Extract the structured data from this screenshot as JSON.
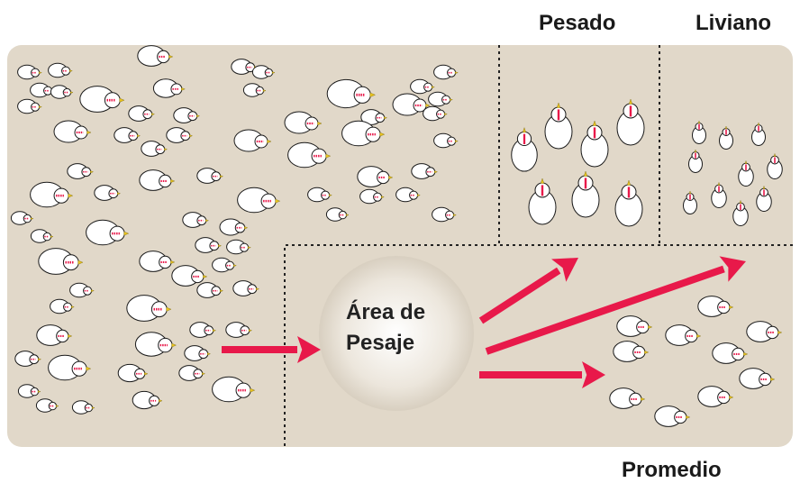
{
  "labels": {
    "pesado": "Pesado",
    "liviano": "Liviano",
    "promedio": "Promedio",
    "area_line1": "Área de",
    "area_line2": "Pesaje"
  },
  "colors": {
    "floor": "#e1d8c9",
    "arrow": "#e8194a",
    "chicken_outline": "#1a1a1a",
    "comb": "#e8194a",
    "beak": "#e9c31d",
    "divider": "#222222"
  },
  "icons": {
    "chicken": "chicken-icon",
    "arrow": "arrow-right-icon"
  }
}
